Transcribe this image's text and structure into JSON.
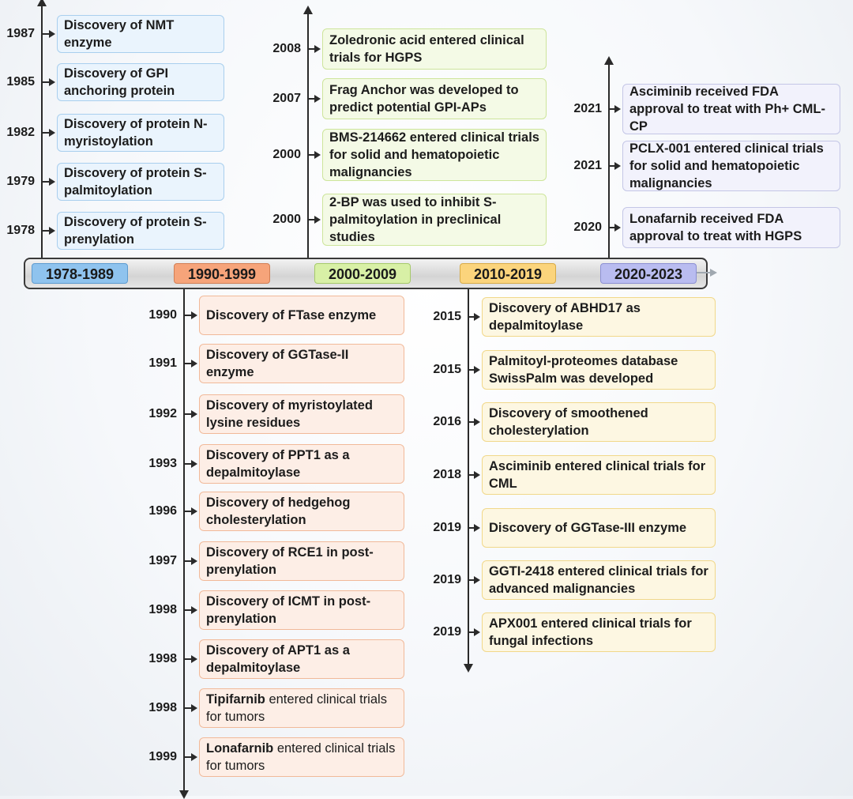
{
  "periods": [
    {
      "label": "1978-1989"
    },
    {
      "label": "1990-1999"
    },
    {
      "label": "2000-2009"
    },
    {
      "label": "2010-2019"
    },
    {
      "label": "2020-2023"
    }
  ],
  "era_1978_1989": [
    {
      "year": "1987",
      "text": "Discovery of NMT enzyme"
    },
    {
      "year": "1985",
      "text": "Discovery of  GPI anchoring protein"
    },
    {
      "year": "1982",
      "text": "Discovery of protein N-myristoylation"
    },
    {
      "year": "1979",
      "text": "Discovery of protein S-palmitoylation"
    },
    {
      "year": "1978",
      "text": "Discovery of protein S-prenylation"
    }
  ],
  "era_1990_1999": [
    {
      "year": "1990",
      "text": "Discovery of  FTase enzyme"
    },
    {
      "year": "1991",
      "text": "Discovery of GGTase-II enzyme"
    },
    {
      "year": "1992",
      "text": "Discovery of myristoylated lysine residues"
    },
    {
      "year": "1993",
      "text": "Discovery of PPT1 as  a depalmitoylase"
    },
    {
      "year": "1996",
      "text": "Discovery of hedgehog cholesterylation"
    },
    {
      "year": "1997",
      "text": "Discovery of RCE1 in post-prenylation"
    },
    {
      "year": "1998",
      "text": "Discovery of ICMT in post-prenylation"
    },
    {
      "year": "1998",
      "text": "Discovery of APT1 as  a depalmitoylase"
    },
    {
      "year": "1998",
      "drug": "Tipifarnib",
      "text": " entered clinical trials for tumors"
    },
    {
      "year": "1999",
      "drug": "Lonafarnib",
      "text": " entered clinical trials for tumors"
    }
  ],
  "era_2000_2009": [
    {
      "year": "2008",
      "text": "Zoledronic acid entered clinical trials for HGPS"
    },
    {
      "year": "2007",
      "text": "Frag Anchor was developed to predict potential GPI-APs"
    },
    {
      "year": "2000",
      "text": "BMS-214662 entered clinical trials for solid and hematopoietic malignancies"
    },
    {
      "year": "2000",
      "text": "2-BP was used to inhibit S-palmitoylation in preclinical studies"
    }
  ],
  "era_2010_2019": [
    {
      "year": "2015",
      "text": "Discovery of ABHD17 as depalmitoylase"
    },
    {
      "year": "2015",
      "text": "Palmitoyl-proteomes database SwissPalm was developed"
    },
    {
      "year": "2016",
      "text": "Discovery of smoothened cholesterylation"
    },
    {
      "year": "2018",
      "text": "Asciminib entered clinical trials for CML"
    },
    {
      "year": "2019",
      "text": "Discovery of GGTase-III enzyme"
    },
    {
      "year": "2019",
      "text": "GGTI-2418 entered clinical trials for advanced malignancies"
    },
    {
      "year": "2019",
      "text": "APX001 entered clinical trials for fungal infections"
    }
  ],
  "era_2020_2023": [
    {
      "year": "2021",
      "text": "Asciminib received FDA approval to treat with Ph+ CML-CP"
    },
    {
      "year": "2021",
      "text": "PCLX-001 entered clinical trials for solid and hematopoietic malignancies"
    },
    {
      "year": "2020",
      "text": "Lonafarnib received FDA approval to treat with HGPS"
    }
  ]
}
